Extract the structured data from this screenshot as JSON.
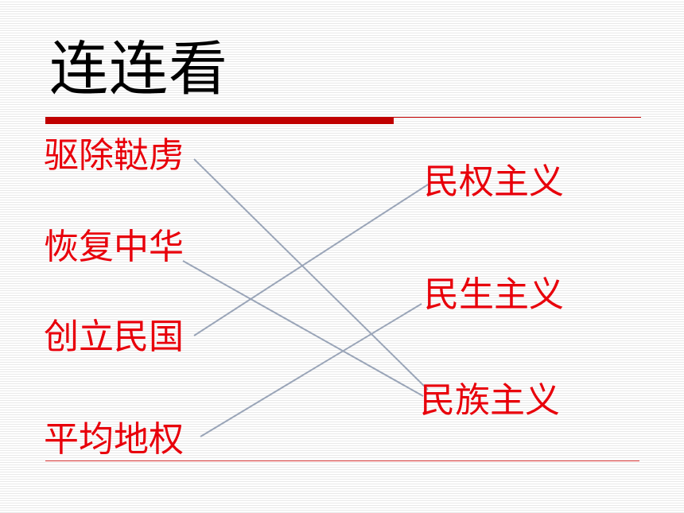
{
  "slide": {
    "title": "连连看",
    "left_terms": [
      "驱除鞑虏",
      "恢复中华",
      "创立民国",
      "平均地权"
    ],
    "right_terms": [
      "民权主义",
      "民生主义",
      "民族主义"
    ],
    "connections": [
      {
        "from": "驱除鞑虏",
        "to": "民族主义"
      },
      {
        "from": "恢复中华",
        "to": "民族主义"
      },
      {
        "from": "创立民国",
        "to": "民权主义"
      },
      {
        "from": "平均地权",
        "to": "民生主义"
      }
    ]
  },
  "colors": {
    "term_text": "#e8000b",
    "accent_rule": "#c00000",
    "title_text": "#000000",
    "connector_line": "#9aa5b8"
  }
}
